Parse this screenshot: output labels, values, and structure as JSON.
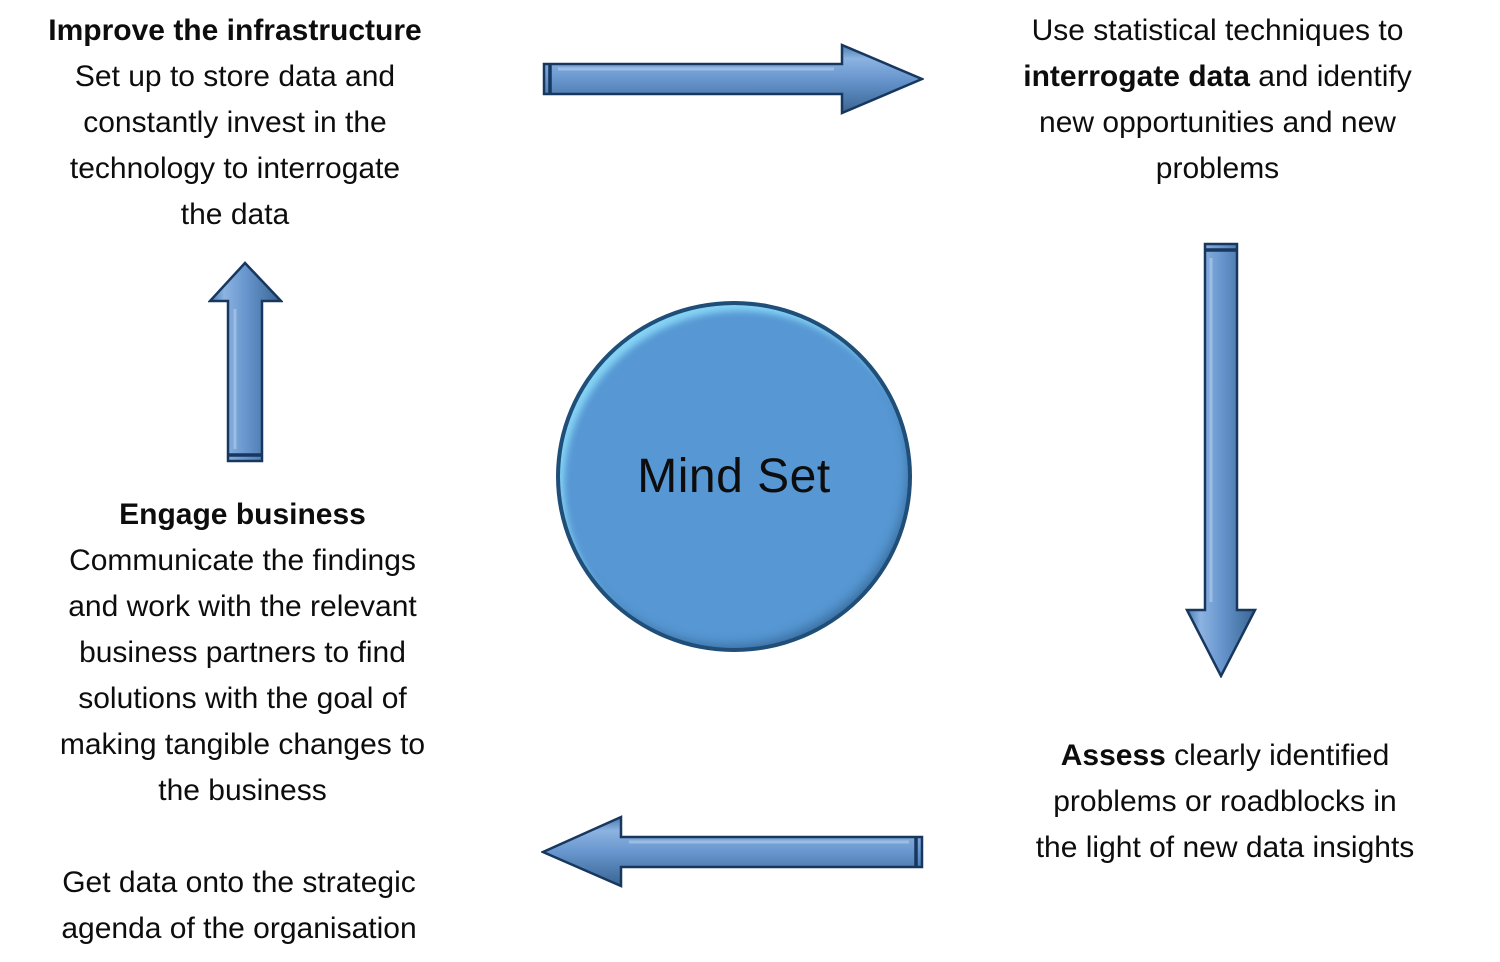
{
  "diagram": {
    "title_hint": "Mind Set data cycle diagram",
    "background": "#ffffff",
    "text_color": "#0d0d0d",
    "center_circle": {
      "label": "Mind Set",
      "fill": "#5798d4",
      "border": "#1f4e79",
      "highlight": "#87d6f6"
    },
    "arrow_style": {
      "fill_light": "#8cb3e1",
      "fill_mid": "#6896ce",
      "fill_dark": "#3c6390",
      "outline": "#17375e"
    },
    "arrows": {
      "top": {
        "direction": "right"
      },
      "right": {
        "direction": "down"
      },
      "bottom": {
        "direction": "left"
      },
      "left": {
        "direction": "up"
      }
    },
    "blocks": {
      "top_left": {
        "heading": "Improve the infrastructure",
        "body": "Set up to store data and\nconstantly invest in the\ntechnology to interrogate\nthe data"
      },
      "top_right": {
        "pre": "Use statistical techniques to\n",
        "bold": "interrogate data",
        "post": " and identify\nnew opportunities and new\nproblems"
      },
      "engage": {
        "heading": "Engage business",
        "body": "Communicate the findings\nand work with the relevant\nbusiness partners to find\nsolutions with the goal of\nmaking tangible changes to\nthe business"
      },
      "bottom_left": {
        "body": "Get data onto the strategic\nagenda of the organisation"
      },
      "bottom_right": {
        "bold": "Assess",
        "post": " clearly identified\nproblems or roadblocks in\nthe light of new data insights"
      }
    }
  }
}
